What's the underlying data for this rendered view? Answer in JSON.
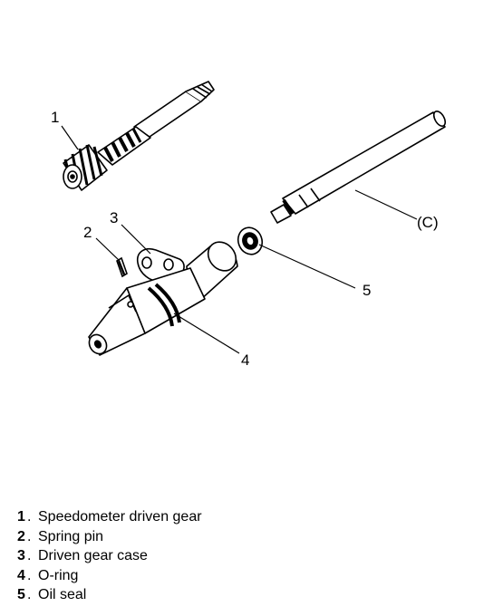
{
  "callouts": {
    "c1": "1",
    "c2": "2",
    "c3": "3",
    "c4": "4",
    "c5": "5",
    "cC": "(C)"
  },
  "legend": [
    {
      "num": "1",
      "text": "Speedometer driven gear"
    },
    {
      "num": "2",
      "text": "Spring pin"
    },
    {
      "num": "3",
      "text": "Driven gear case"
    },
    {
      "num": "4",
      "text": "O-ring"
    },
    {
      "num": "5",
      "text": "Oil seal"
    }
  ],
  "colors": {
    "line": "#000000",
    "background": "#ffffff",
    "shade": "#000000"
  }
}
